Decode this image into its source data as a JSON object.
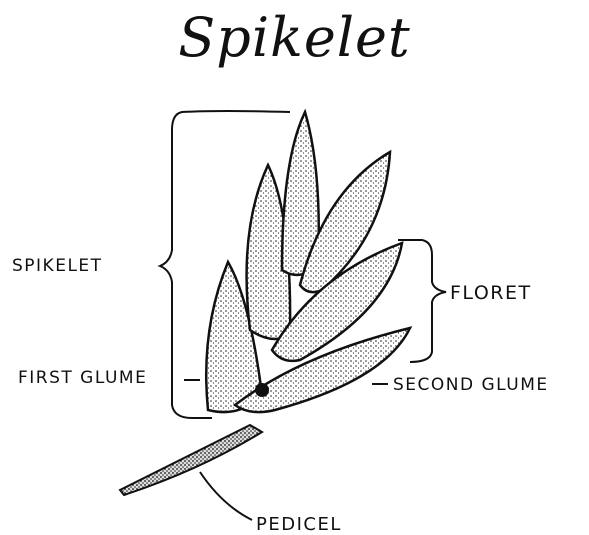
{
  "diagram": {
    "title": "Spikelet",
    "labels": {
      "spikelet": "SPIKELET",
      "floret": "FLORET",
      "first_glume": "FIRST GLUME",
      "second_glume": "SECOND GLUME",
      "pedicel": "PEDICEL"
    }
  }
}
